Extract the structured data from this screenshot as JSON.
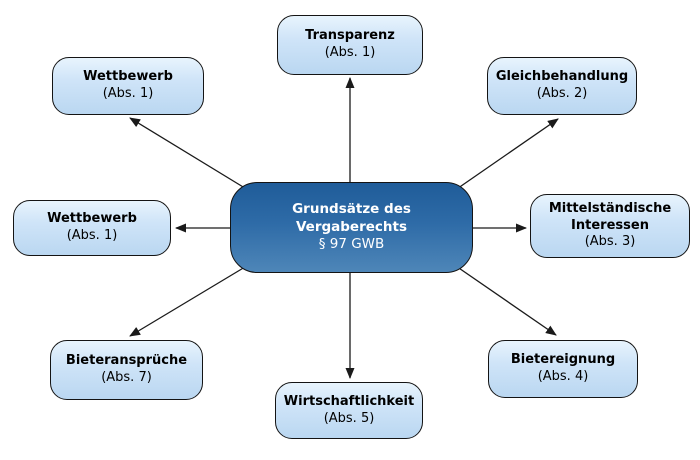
{
  "diagram": {
    "center": {
      "title": "Grundsätze des Vergaberechts",
      "subtitle": "§ 97 GWB"
    },
    "nodes": {
      "transparenz": {
        "title": "Transparenz",
        "subtitle": "(Abs. 1)"
      },
      "wettbewerb_top_left": {
        "title": "Wettbewerb",
        "subtitle": "(Abs. 1)"
      },
      "gleichbehandlung": {
        "title": "Gleichbehandlung",
        "subtitle": "(Abs. 2)"
      },
      "wettbewerb_left": {
        "title": "Wettbewerb",
        "subtitle": "(Abs. 1)"
      },
      "mittelstaendische": {
        "title": "Mittelständische Interessen",
        "subtitle": "(Abs. 3)"
      },
      "bieteransprueche": {
        "title": "Bieteransprüche",
        "subtitle": "(Abs. 7)"
      },
      "bietereignung": {
        "title": "Bietereignung",
        "subtitle": "(Abs. 4)"
      },
      "wirtschaftlichkeit": {
        "title": "Wirtschaftlichkeit",
        "subtitle": "(Abs. 5)"
      }
    },
    "colors": {
      "center_fill_top": "#1f5c99",
      "center_fill_bottom": "#4e86b8",
      "node_fill_top": "#e8f4fd",
      "node_fill_bottom": "#bad7f1",
      "border": "#141414",
      "arrow": "#1a1a1a",
      "center_text": "#ffffff",
      "node_text": "#000000"
    }
  }
}
